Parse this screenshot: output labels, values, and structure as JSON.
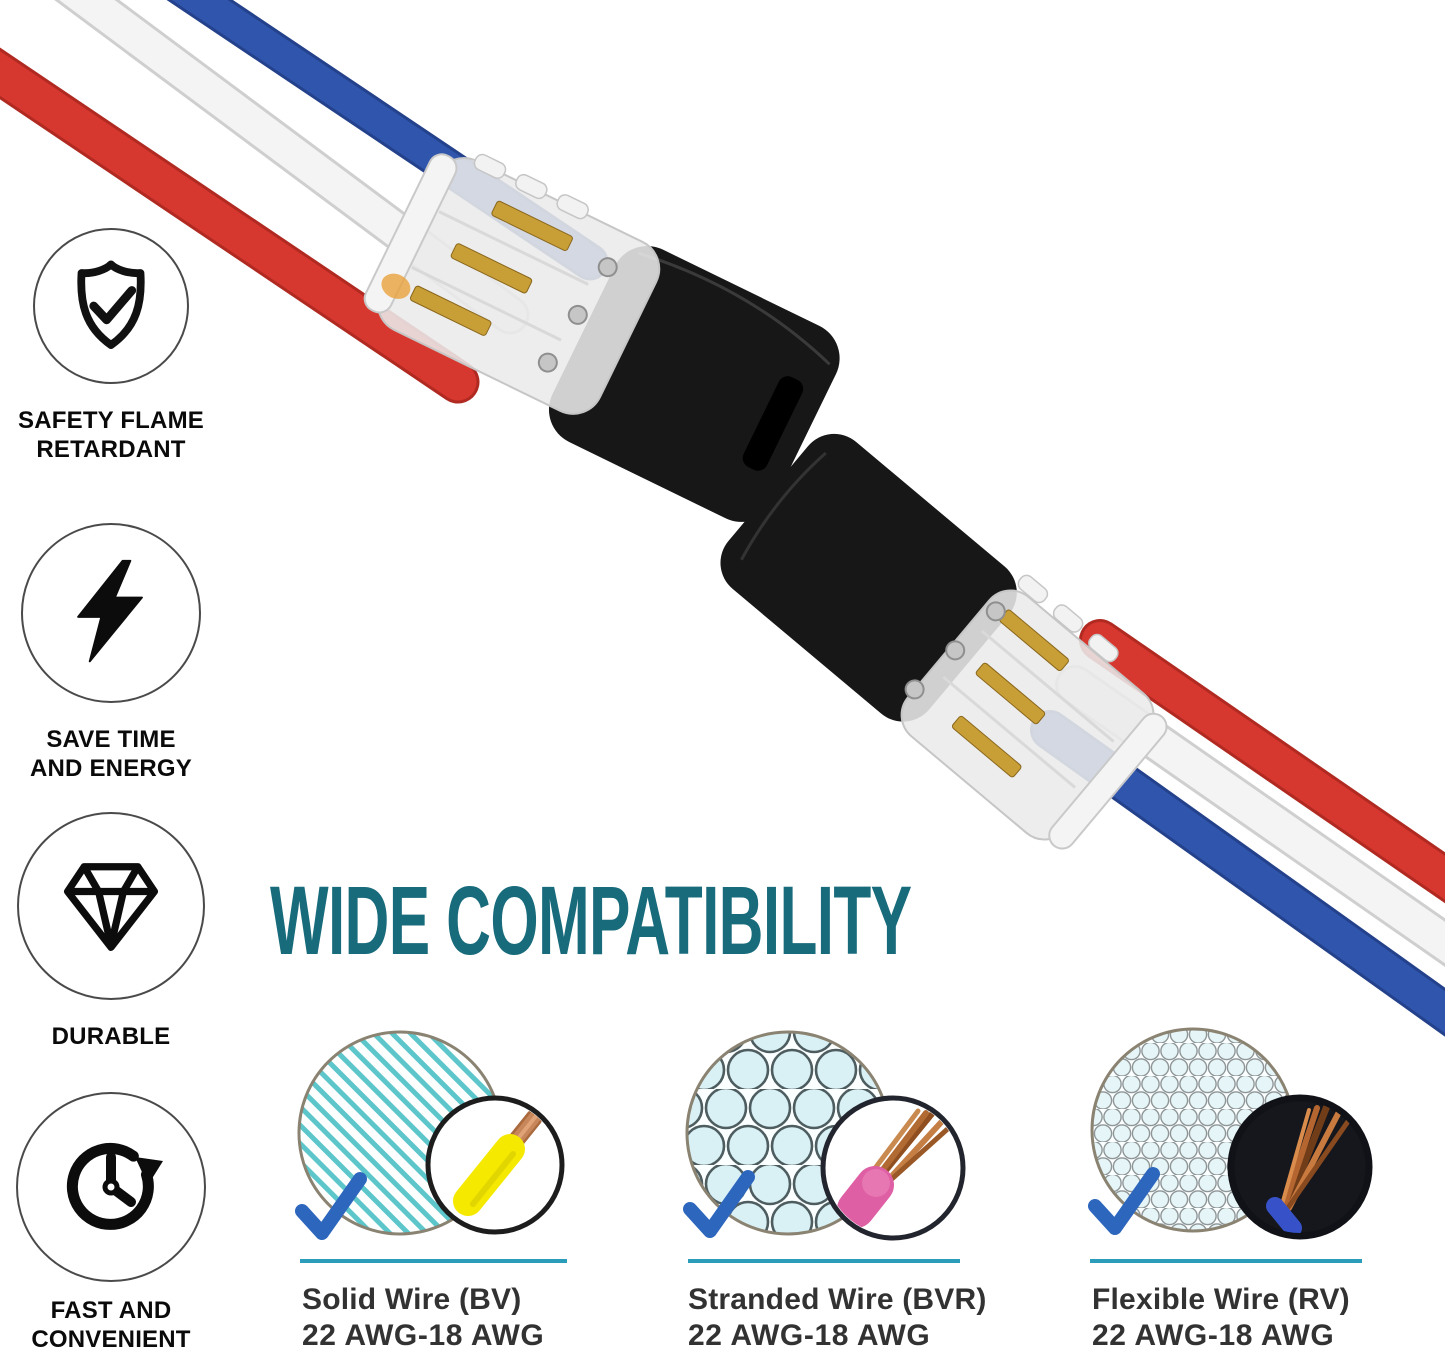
{
  "title": {
    "text": "WIDE COMPATIBILITY",
    "color": "#186b7b"
  },
  "features": [
    {
      "icon": "shield-check-icon",
      "label": "SAFETY FLAME\nRETARDANT"
    },
    {
      "icon": "lightning-bolt-icon",
      "label": "SAVE TIME\nAND ENERGY"
    },
    {
      "icon": "diamond-icon",
      "label": "DURABLE"
    },
    {
      "icon": "clock-history-icon",
      "label": "FAST AND\nCONVENIENT"
    }
  ],
  "wire_types": [
    {
      "name": "Solid Wire (BV)",
      "gauge": "22 AWG-18 AWG",
      "pattern": "diagonal-hatch",
      "inset": "yellow-insulated solid copper core"
    },
    {
      "name": "Stranded Wire (BVR)",
      "gauge": "22 AWG-18 AWG",
      "pattern": "packed-circles",
      "inset": "pink-insulated stranded copper"
    },
    {
      "name": "Flexible Wire (RV)",
      "gauge": "22 AWG-18 AWG",
      "pattern": "fine-mesh",
      "inset": "blue-insulated flexible copper strands"
    }
  ],
  "photo": {
    "subject": "Two 3-channel quick-connect wire connectors facing each other",
    "wire_colors": {
      "red": "#d6372e",
      "white": "#f4f4f4",
      "blue": "#2f55ad"
    },
    "shell_color": "#171717"
  },
  "accents": {
    "checkmark": "#2d66bd",
    "divider": "#2b9dba"
  }
}
